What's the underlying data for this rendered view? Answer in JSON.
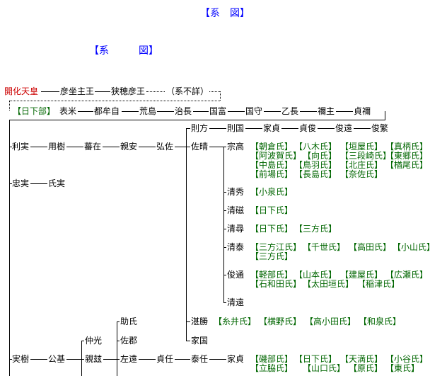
{
  "title_top": "【系　図】",
  "title_main": "【系　　　図】",
  "line1": {
    "emperor": "開化天皇",
    "p1": "彦坐主王",
    "p2": "狭穂彦王",
    "note": "（系不詳）"
  },
  "line2": {
    "clan": "【日下部】",
    "p1": "表米",
    "p2": "都牟自",
    "p3": "荒島",
    "p4": "治長",
    "p5": "国富",
    "p6": "国守",
    "p7": "乙長",
    "p8": "禰主",
    "p9": "貞禰"
  },
  "line3": {
    "a1": "利実",
    "a2": "用樹",
    "a3": "蕃在",
    "a4": "親安",
    "a5": "弘佐",
    "b1": "則方",
    "b2": "則国",
    "b3": "家貞",
    "b4": "貞俊",
    "b5": "俊遠",
    "b6": "俊繁",
    "c1": "佐晴",
    "c2": "宗高"
  },
  "munetaka_clans": {
    "row1": [
      "【朝倉氏】",
      "【八木氏】",
      "【垣屋氏】",
      "【真柄氏】"
    ],
    "row2": [
      "【阿波賀氏】",
      "【向氏】",
      "【三段崎氏】",
      "【東郷氏】"
    ],
    "row3": [
      "【中島氏】",
      "【鳥羽氏】",
      "【北庄氏】",
      "【楢尾氏】"
    ],
    "row4": [
      "【前場氏】",
      "【長島氏】",
      "【奈佐氏】"
    ]
  },
  "sons": {
    "kiyohide": "清秀",
    "kiyohide_clans": [
      "【小泉氏】"
    ],
    "kiyoshige": "清磁",
    "kiyoshige_clans": [
      "【日下氏】"
    ],
    "kiyohiro": "清尋",
    "kiyohiro_clans": [
      "【日下氏】",
      "【三方氏】"
    ],
    "kiyoyasu": "清泰",
    "kiyoyasu_clans1": [
      "【三方江氏】",
      "【千世氏】",
      "【高田氏】",
      "【小山氏】"
    ],
    "kiyoyasu_clans2": [
      "【三方氏】"
    ],
    "toshimichi": "俊通",
    "toshimichi_clans1": [
      "【軽部氏】",
      "【山本氏】",
      "【建屋氏】",
      "【広瀬氏】"
    ],
    "toshimichi_clans2": [
      "【石和田氏】",
      "【太田垣氏】",
      "【稲津氏】"
    ],
    "kiyoto": "清遠"
  },
  "tanokatsu": {
    "name": "湛勝",
    "clans": [
      "【糸井氏】",
      "【横野氏】",
      "【高小田氏】",
      "【和泉氏】"
    ],
    "ieku": "家国"
  },
  "tadazane": {
    "a": "忠実",
    "b": "氏実"
  },
  "bottom": {
    "sukeuji": "助氏",
    "nakamitsu": "仲光",
    "sagun": "佐郡",
    "sanemochi": "実樹",
    "kouki": "公基",
    "chikaho": "親玆",
    "satoo": "左遠",
    "sadatoo": "貞任",
    "taininn": "泰任",
    "iesada": "家貞",
    "iesada_clans1": [
      "【磯部氏】",
      "【日下氏】",
      "【天満氏】",
      "【小谷氏】"
    ],
    "iesada_clans2": [
      "【立脇氏】",
      "【山口氏】",
      "【原氏】",
      "【東氏】"
    ]
  },
  "colors": {
    "title": "#0000ff",
    "emperor": "#cc0000",
    "clan": "#006600",
    "line": "#000000"
  }
}
